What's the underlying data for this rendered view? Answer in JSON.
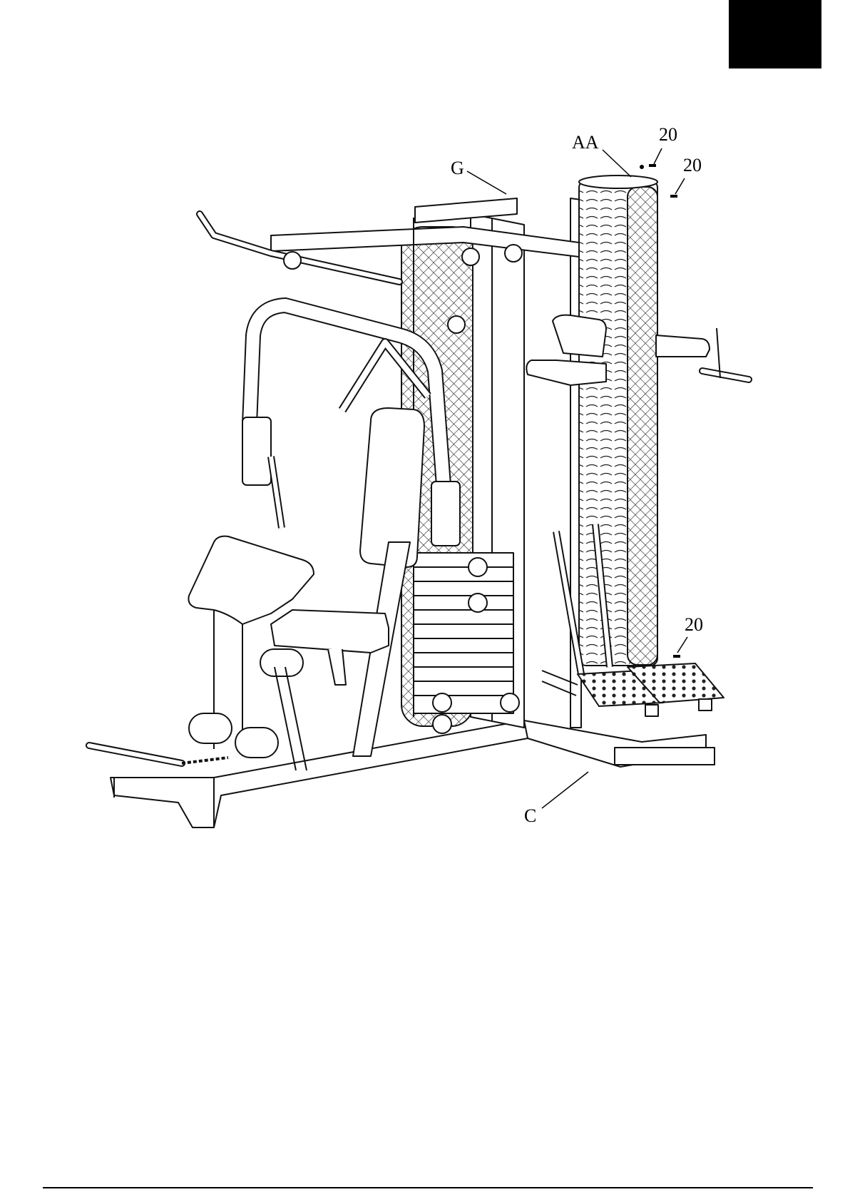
{
  "page": {
    "corner_tab_color": "#000000"
  },
  "diagram": {
    "callouts": {
      "aa": "AA",
      "g": "G",
      "c": "C",
      "part_20_top": "20",
      "part_20_upper": "20",
      "part_20_lower": "20"
    }
  }
}
